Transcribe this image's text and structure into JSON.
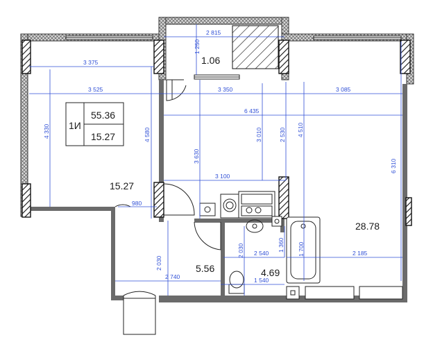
{
  "plan": {
    "apartment": {
      "code": "1И",
      "total_area": "55.36",
      "living_area": "15.27"
    },
    "rooms": [
      {
        "id": "bedroom",
        "area": "15.27"
      },
      {
        "id": "loggia",
        "area": "1.06"
      },
      {
        "id": "kitchen_living",
        "area": "28.78"
      },
      {
        "id": "hall",
        "area": "5.56"
      },
      {
        "id": "bathroom",
        "area": "4.69"
      }
    ],
    "dimensions": {
      "loggia_width": "2 815",
      "loggia_depth": "1 250",
      "bedroom_inner_width": "3 375",
      "bedroom_outer_width": "3 525",
      "bedroom_height": "4 330",
      "bedroom_window_height": "4 580",
      "corridor_width": "3 350",
      "kitchen_width": "3 085",
      "overall_width": "6 435",
      "kitchen_depth": "6 310",
      "kitchen_partial_depth": "4 510",
      "kitchen_wall_height": "2 530",
      "hall_partition_height": "3 630",
      "bath_partition_height": "3 010",
      "hall_bath_width": "3 100",
      "door_width": "980",
      "hall_height": "2 030",
      "bath_height": "2 030",
      "bath_width": "2 540",
      "tub_width": "1 360",
      "tub_length": "1 700",
      "kitchen_bottom_width": "2 185",
      "hall_width": "2 740",
      "wc_width": "1 540"
    }
  }
}
